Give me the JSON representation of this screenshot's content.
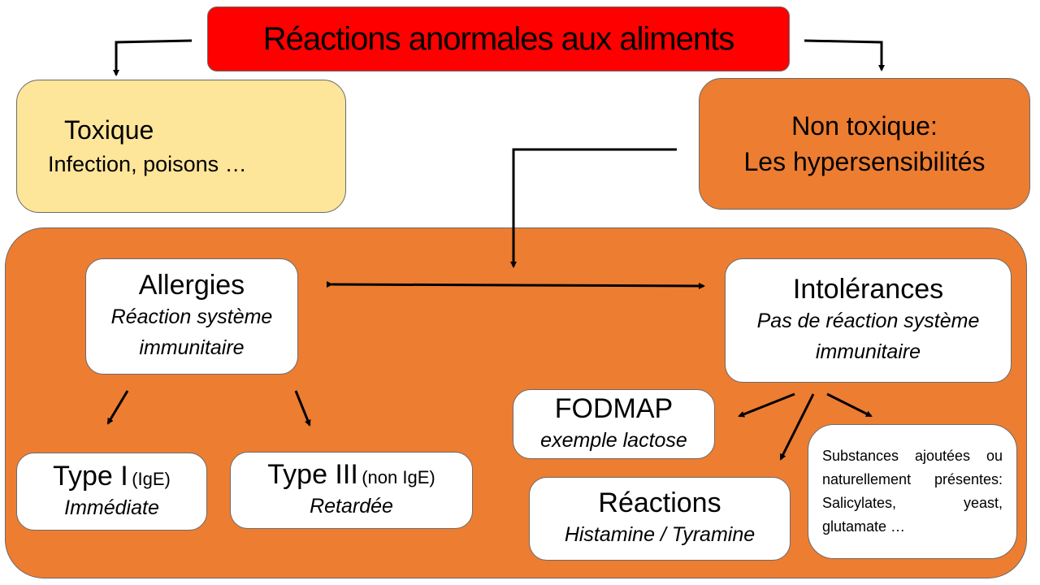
{
  "title": "Réactions anormales aux aliments",
  "colors": {
    "title": "#ff0000",
    "toxique": "#fde59a",
    "orange": "#ed7d31",
    "white": "#ffffff"
  },
  "toxique": {
    "heading": "Toxique",
    "subtitle": "Infection, poisons …"
  },
  "non_toxique": {
    "line1": "Non toxique:",
    "line2": "Les hypersensibilités"
  },
  "allergies": {
    "heading": "Allergies",
    "line1": "Réaction système",
    "line2": "immunitaire"
  },
  "intolerances": {
    "heading": "Intolérances",
    "line1": "Pas de réaction système",
    "line2": "immunitaire"
  },
  "type1": {
    "heading": "Type I",
    "tag": "(IgE)",
    "subtitle": "Immédiate"
  },
  "type3": {
    "heading": "Type III",
    "tag": "(non IgE)",
    "subtitle": "Retardée"
  },
  "fodmap": {
    "heading": "FODMAP",
    "subtitle": "exemple lactose"
  },
  "reactions": {
    "heading": "Réactions",
    "subtitle": "Histamine / Tyramine"
  },
  "substances": {
    "text": "Substances ajoutées ou naturellement présentes: Salicylates, yeast, glutamate …"
  }
}
